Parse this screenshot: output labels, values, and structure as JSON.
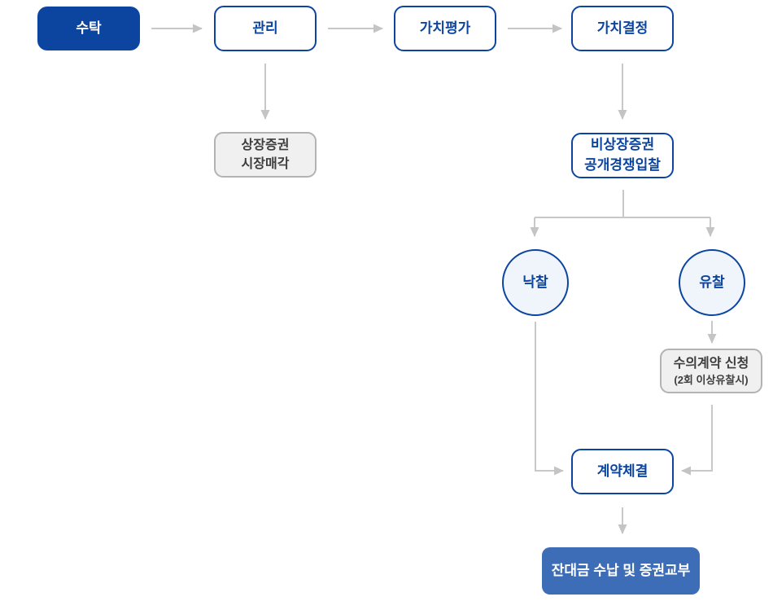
{
  "diagram": {
    "nodes": {
      "trust": {
        "label": "수탁"
      },
      "management": {
        "label": "관리"
      },
      "valuation": {
        "label": "가치평가"
      },
      "value_decision": {
        "label": "가치결정"
      },
      "listed_sale": {
        "line1": "상장증권",
        "line2": "시장매각"
      },
      "unlisted_bid": {
        "line1": "비상장증권",
        "line2": "공개경쟁입찰"
      },
      "winning_bid": {
        "label": "낙찰"
      },
      "failed_bid": {
        "label": "유찰"
      },
      "negotiated_contract": {
        "line1": "수의계약 신청",
        "line2": "(2회 이상유찰시)"
      },
      "contract_signed": {
        "label": "계약체결"
      },
      "final_step": {
        "label": "잔대금 수납 및 증권교부"
      }
    },
    "colors": {
      "primary_blue": "#0c45a0",
      "steel_blue": "#3d6db7",
      "arrow_gray": "#c8c8c8",
      "gray_box_bg": "#f0f0f0",
      "gray_box_border": "#b3b3b3",
      "gray_box_text": "#3d3d3d",
      "circle_bg": "#f0f4fb",
      "background": "#ffffff"
    }
  }
}
